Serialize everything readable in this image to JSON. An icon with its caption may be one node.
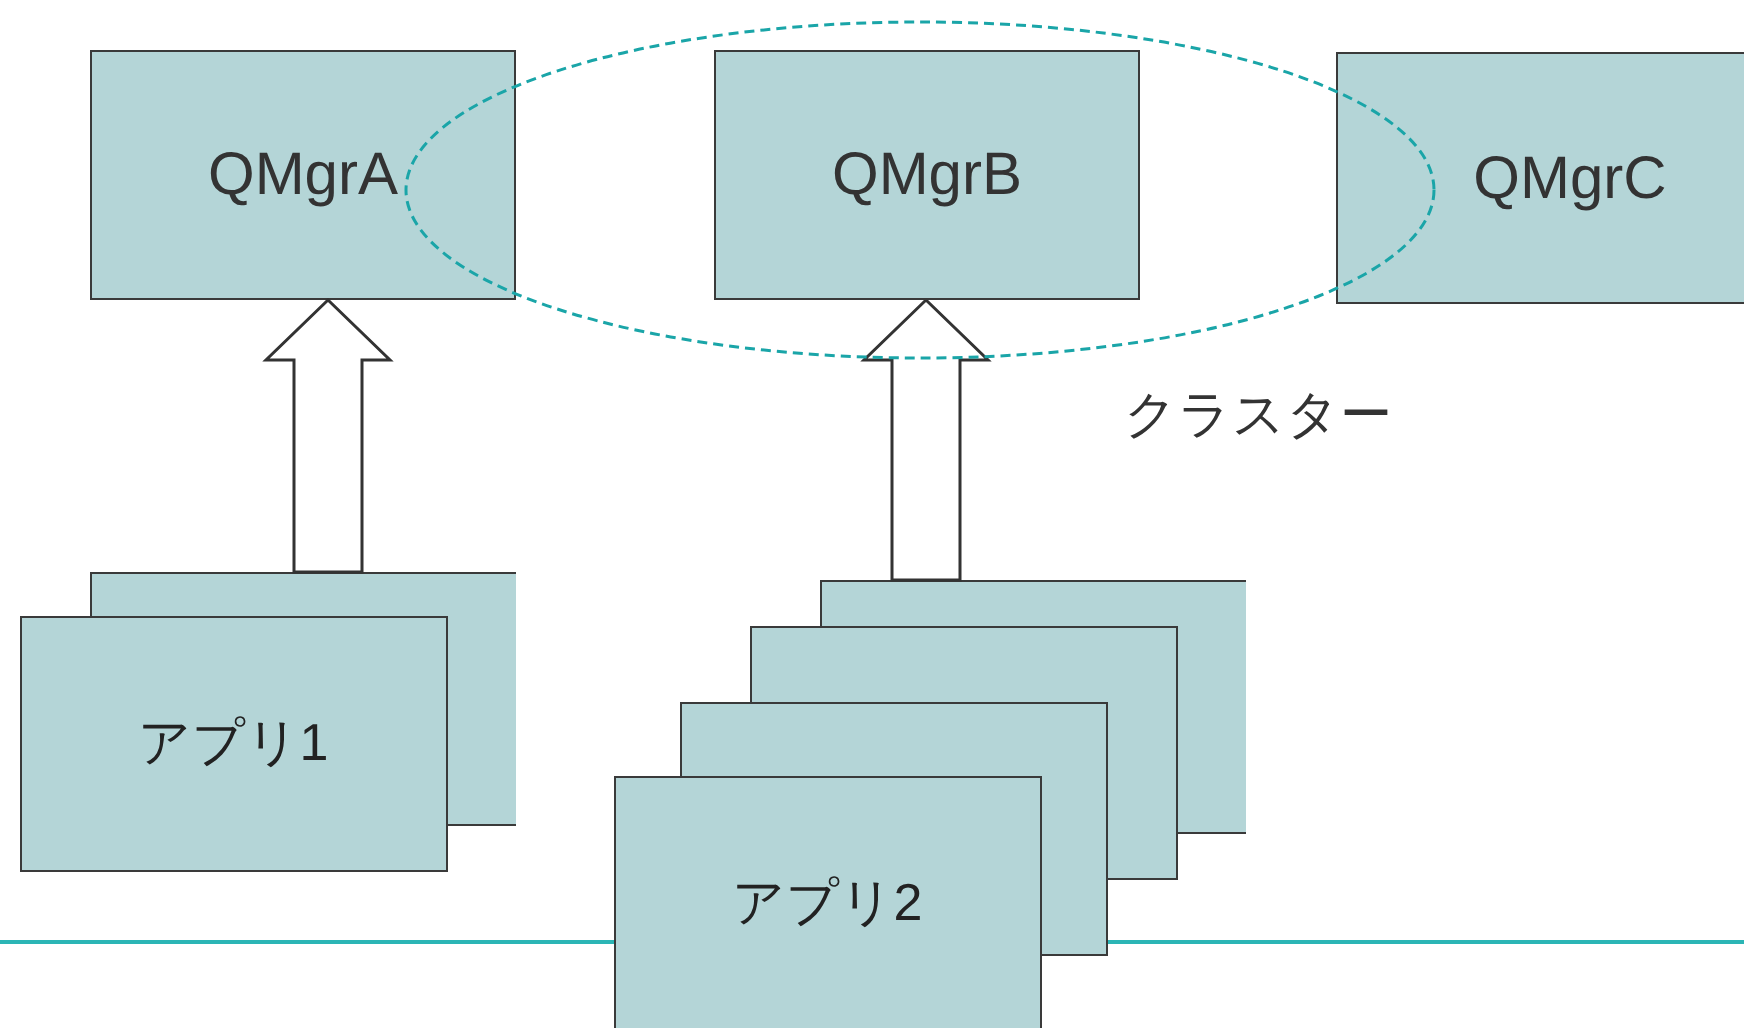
{
  "diagram": {
    "nodes": [
      {
        "text": [
          "QMgrA"
        ]
      },
      {
        "text": [
          "クラスター"
        ]
      },
      {
        "text": [
          "QMgrB"
        ],
        "in": 1
      },
      {
        "text": [
          "QMgrC"
        ]
      },
      {
        "text": [
          "アプリ1"
        ]
      },
      {
        "text": [
          "アプリ2"
        ]
      }
    ],
    "edges": [
      {
        "from": 4,
        "to": 0,
        "arrow": "to",
        "style": "thick"
      },
      {
        "from": 5,
        "to": 2,
        "arrow": "to",
        "style": "thick"
      }
    ]
  }
}
